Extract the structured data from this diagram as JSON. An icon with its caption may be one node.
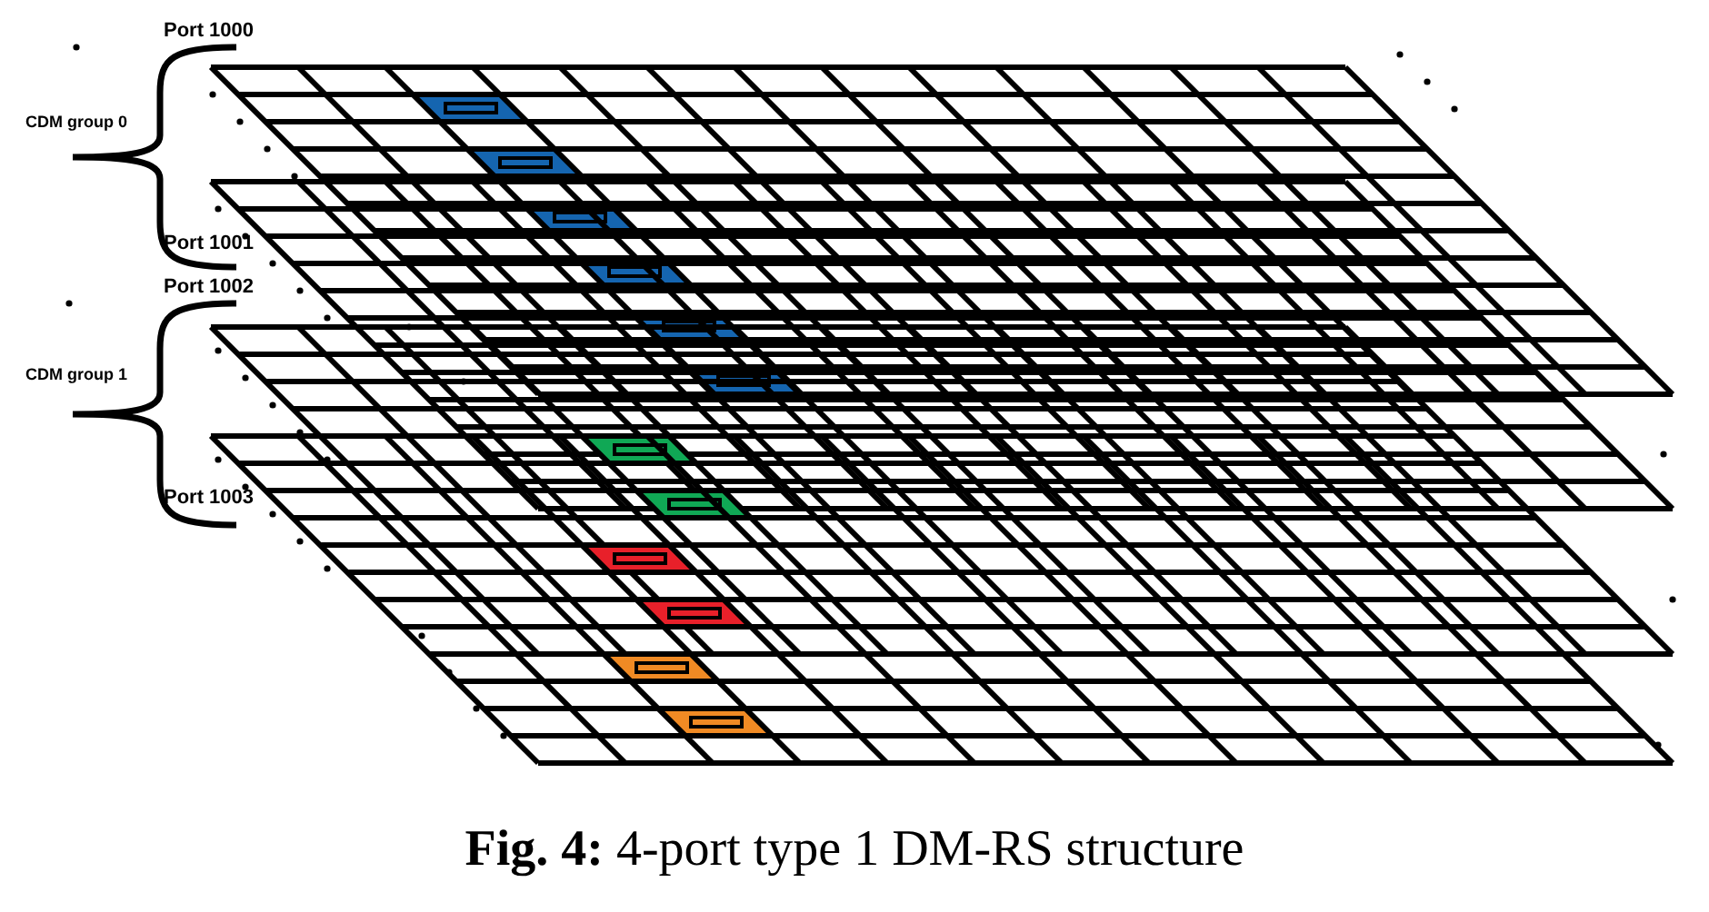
{
  "diagram": {
    "caption": "**Fig. 4:** 4-port type 1 DM-RS structure",
    "labels": [
      "Port 1000",
      "CDM group 0",
      "Port 1001",
      "Port 1002",
      "CDM group 1",
      "Port 1003"
    ]
  }
}
